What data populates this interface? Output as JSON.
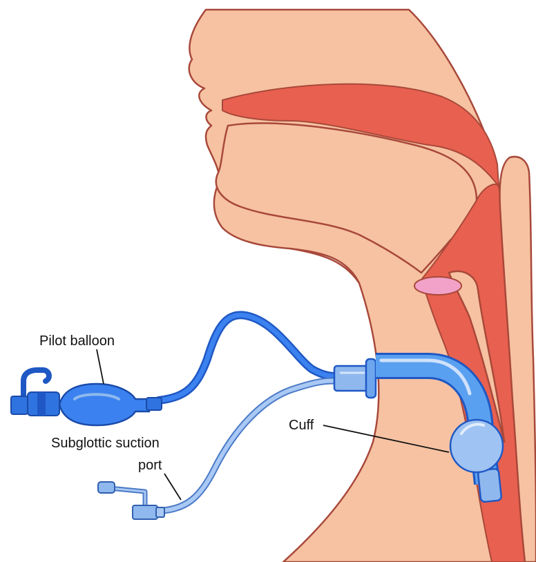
{
  "labels": {
    "pilot_balloon": "Pilot balloon",
    "suction_line1": "Subglottic suction",
    "suction_line2": "port",
    "cuff": "Cuff"
  },
  "colors": {
    "skin": "#f6c2a2",
    "outline": "#a8483a",
    "airway": "#e8604f",
    "vocal_cords": "#f2a2c8",
    "tube_dark": "#2f73e0",
    "tube_light": "#9fc3f2",
    "tube_mid": "#5aa0f0"
  }
}
